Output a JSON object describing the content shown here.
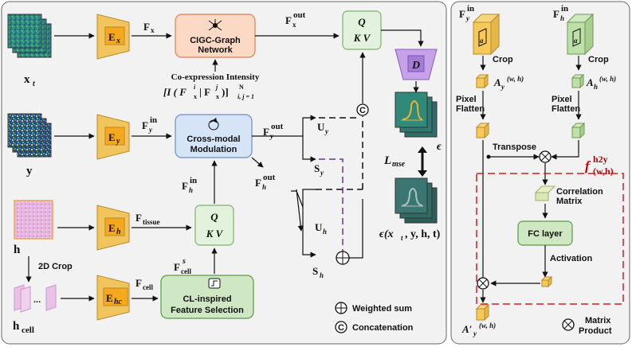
{
  "left_panel": {
    "inputs": {
      "xt_label": "x",
      "xt_sub": "t",
      "y_label": "y",
      "h_label": "h",
      "hcell_label": "h",
      "hcell_sub": "cell",
      "crop_label": "2D Crop",
      "ellipsis": "..."
    },
    "encoders": {
      "ex": "E",
      "ex_sub": "x",
      "ey": "E",
      "ey_sub": "y",
      "eh": "E",
      "eh_sub": "h",
      "ehc": "E",
      "ehc_sub": "hc"
    },
    "features": {
      "fx": "F",
      "fx_sub": "x",
      "fy": "F",
      "fy_sub": "y",
      "fy_sup": "in",
      "ftissue": "F",
      "ftissue_sub": "tissue",
      "fcell": "F",
      "fcell_sub": "cell",
      "fcells": "F",
      "fcells_sub": "cell",
      "fcells_sup": "s",
      "fhin": "F",
      "fhin_sub": "h",
      "fhin_sup": "in",
      "fxout": "F",
      "fxout_sub": "x",
      "fxout_sup": "out",
      "fyout": "F",
      "fyout_sub": "y",
      "fyout_sup": "out",
      "fhout": "F",
      "fhout_sub": "h",
      "fhout_sup": "out",
      "uy": "U",
      "uy_sub": "y",
      "sy": "S",
      "sy_sub": "y",
      "uh": "U",
      "uh_sub": "h",
      "sh": "S",
      "sh_sub": "h"
    },
    "modules": {
      "cigc_line1": "CIGC-Graph",
      "cigc_line2": "Network",
      "crossmodal_line1": "Cross-modal",
      "crossmodal_line2": "Modulation",
      "cl_line1": "CL-inspired",
      "cl_line2": "Feature Selection",
      "qkv_q": "Q",
      "qkv_kv": "K  V",
      "decoder": "D"
    },
    "coexpression": {
      "title": "Co-expression Intensity",
      "formula": "[I ( F",
      "sup_i": "i",
      "sub_x": "x",
      "mid": " | F",
      "sup_j": "j",
      "close": " )]",
      "range_sup": "N",
      "range_sub": "i, j = 1"
    },
    "outputs": {
      "loss": "L",
      "loss_sub": "mse",
      "eps": "ϵ",
      "eps_full": "ϵ(x",
      "eps_sub": "t",
      "eps_rest": ", y, h, t)"
    },
    "legend": {
      "weighted_sum": "Weighted sum",
      "concatenation": "Concatenation",
      "concat_symbol": "C"
    }
  },
  "right_panel": {
    "fyin": "F",
    "fyin_sub": "y",
    "fyin_sup": "in",
    "fhin": "F",
    "fhin_sub": "h",
    "fhin_sup": "in",
    "a_glyph": "a",
    "crop_left": "Crop",
    "crop_right": "Crop",
    "ay": "A",
    "ay_sub": "y",
    "ay_sup": "(w, h)",
    "ah": "A",
    "ah_sub": "h",
    "ah_sup": "(w, h)",
    "pixel_flatten_1": "Pixel",
    "pixel_flatten_2": "Flatten",
    "transpose": "Transpose",
    "f_h2y": "f",
    "f_h2y_sup": "h2y",
    "f_h2y_sub": "(w,h)",
    "correlation_1": "Correlation",
    "correlation_2": "Matrix",
    "fc_layer": "FC layer",
    "activation": "Activation",
    "ay_prime": "A′",
    "ay_prime_sub": "y",
    "ay_prime_sup": "(w, h)",
    "matrix_product_1": "Matrix",
    "matrix_product_2": "Product"
  },
  "colors": {
    "encoder": "#F2C45E",
    "cigc": "#FBD9C4",
    "cigc_border": "#E08050",
    "crossmodal": "#D6E4F7",
    "crossmodal_border": "#6D8DC0",
    "qkv": "#E2F2DC",
    "qkv_border": "#7DB26A",
    "cl": "#CFE7C2",
    "cl_border": "#5B9A45",
    "decoder": "#C6A3E8",
    "dashed_purple": "#7030A0",
    "red_dash": "#D02020",
    "panel_bg": "#F2F2F2"
  }
}
